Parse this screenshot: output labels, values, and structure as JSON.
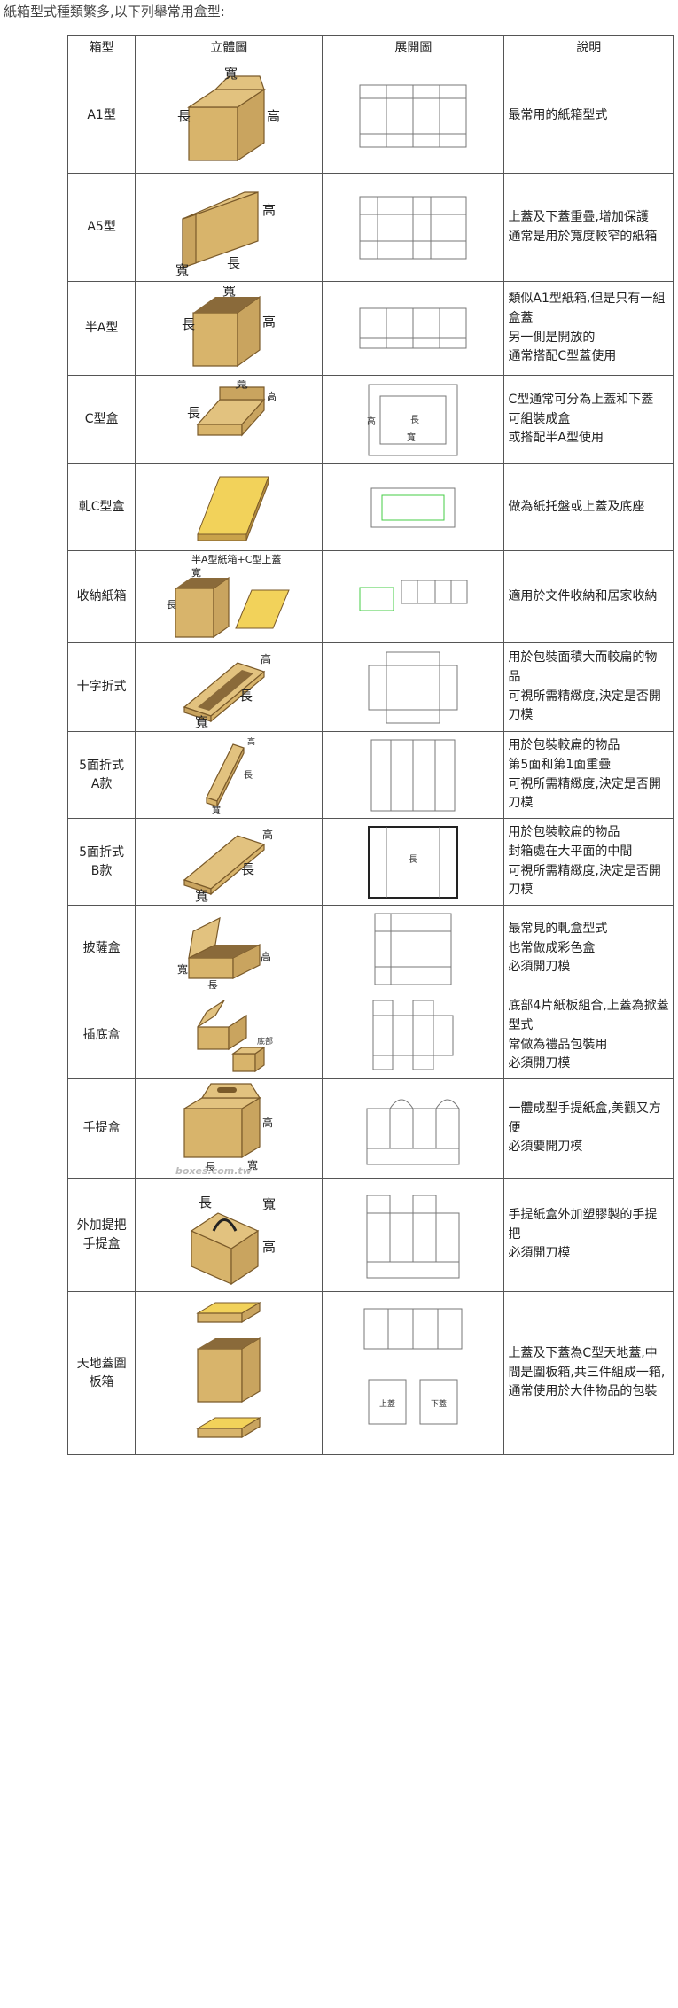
{
  "intro": "紙箱型式種類繁多,以下列舉常用盒型:",
  "headers": [
    "箱型",
    "立體圖",
    "展開圖",
    "說明"
  ],
  "dims": {
    "wide": "寬",
    "long": "長",
    "high": "高",
    "top": "上蓋",
    "bottom": "下蓋"
  },
  "extra": {
    "half_c_caption": "半A型紙箱+C型上蓋",
    "watermark": "boxes.com.tw",
    "bottom_lid": "底部"
  },
  "rows": [
    {
      "type": [
        "A1型"
      ],
      "desc": [
        "最常用的紙箱型式"
      ]
    },
    {
      "type": [
        "A5型"
      ],
      "desc": [
        "上蓋及下蓋重疊,增加保護",
        "通常是用於寬度較窄的紙箱"
      ]
    },
    {
      "type": [
        "半A型"
      ],
      "desc": [
        "類似A1型紙箱,但是只有一組盒蓋",
        "另一側是開放的",
        "通常搭配C型蓋使用"
      ]
    },
    {
      "type": [
        "C型盒"
      ],
      "desc": [
        "C型通常可分為上蓋和下蓋",
        "可組裝成盒",
        "或搭配半A型使用"
      ]
    },
    {
      "type": [
        "軋C型盒"
      ],
      "desc": [
        "做為紙托盤或上蓋及底座"
      ]
    },
    {
      "type": [
        "收納紙箱"
      ],
      "desc": [
        "適用於文件收納和居家收納"
      ]
    },
    {
      "type": [
        "十字折式"
      ],
      "desc": [
        "用於包裝面積大而較扁的物品",
        "可視所需精緻度,決定是否開刀模"
      ]
    },
    {
      "type": [
        "5面折式",
        "A款"
      ],
      "desc": [
        "用於包裝較扁的物品",
        "第5面和第1面重疊",
        "可視所需精緻度,決定是否開刀模"
      ]
    },
    {
      "type": [
        "5面折式",
        "B款"
      ],
      "desc": [
        "用於包裝較扁的物品",
        "封箱處在大平面的中間",
        "可視所需精緻度,決定是否開刀模"
      ]
    },
    {
      "type": [
        "披薩盒"
      ],
      "desc": [
        "最常見的軋盒型式",
        "也常做成彩色盒",
        "必須開刀模"
      ]
    },
    {
      "type": [
        "插底盒"
      ],
      "desc": [
        "底部4片紙板組合,上蓋為掀蓋型式",
        "常做為禮品包裝用",
        "必須開刀模"
      ]
    },
    {
      "type": [
        "手提盒"
      ],
      "desc": [
        "一體成型手提紙盒,美觀又方便",
        "必須要開刀模"
      ]
    },
    {
      "type": [
        "外加提把",
        "手提盒"
      ],
      "desc": [
        "手提紙盒外加塑膠製的手提把",
        "必須開刀模"
      ]
    },
    {
      "type": [
        "天地蓋圍",
        "板箱"
      ],
      "desc": [
        "上蓋及下蓋為C型天地蓋,中間是圍板箱,共三件組成一箱,通常使用於大件物品的包裝"
      ]
    }
  ]
}
